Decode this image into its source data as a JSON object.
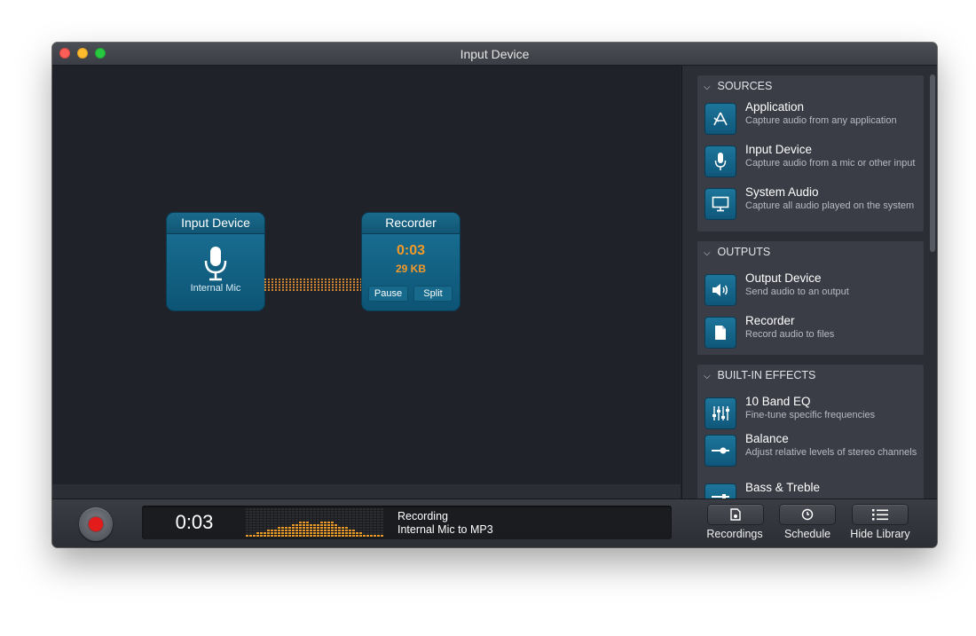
{
  "window": {
    "title": "Input Device"
  },
  "canvas": {
    "input_node": {
      "title": "Input Device",
      "source": "Internal Mic",
      "icon": "microphone-icon"
    },
    "recorder_node": {
      "title": "Recorder",
      "time": "0:03",
      "size": "29 KB",
      "pause_label": "Pause",
      "split_label": "Split"
    }
  },
  "sidebar": {
    "sources": {
      "header": "SOURCES",
      "items": [
        {
          "title": "Application",
          "desc": "Capture audio from any application",
          "icon": "application-icon"
        },
        {
          "title": "Input Device",
          "desc": "Capture audio from a mic or other input",
          "icon": "microphone-icon"
        },
        {
          "title": "System Audio",
          "desc": "Capture all audio played on the system",
          "icon": "monitor-icon"
        }
      ]
    },
    "outputs": {
      "header": "OUTPUTS",
      "items": [
        {
          "title": "Output Device",
          "desc": "Send audio to an output",
          "icon": "speaker-icon"
        },
        {
          "title": "Recorder",
          "desc": "Record audio to files",
          "icon": "file-icon"
        }
      ]
    },
    "effects": {
      "header": "BUILT-IN EFFECTS",
      "items": [
        {
          "title": "10 Band EQ",
          "desc": "Fine-tune specific frequencies",
          "icon": "eq-sliders-icon"
        },
        {
          "title": "Balance",
          "desc": "Adjust relative levels of stereo channels",
          "icon": "balance-slider-icon"
        },
        {
          "title": "Bass & Treble",
          "desc": "",
          "icon": "bass-treble-icon"
        }
      ]
    }
  },
  "bottombar": {
    "time": "0:03",
    "status": "Recording",
    "status_detail": "Internal Mic to MP3",
    "recordings_label": "Recordings",
    "schedule_label": "Schedule",
    "hide_library_label": "Hide Library"
  },
  "colors": {
    "accent_orange": "#f39a2a",
    "node_blue": "#136590",
    "record_red": "#e31b1b"
  }
}
